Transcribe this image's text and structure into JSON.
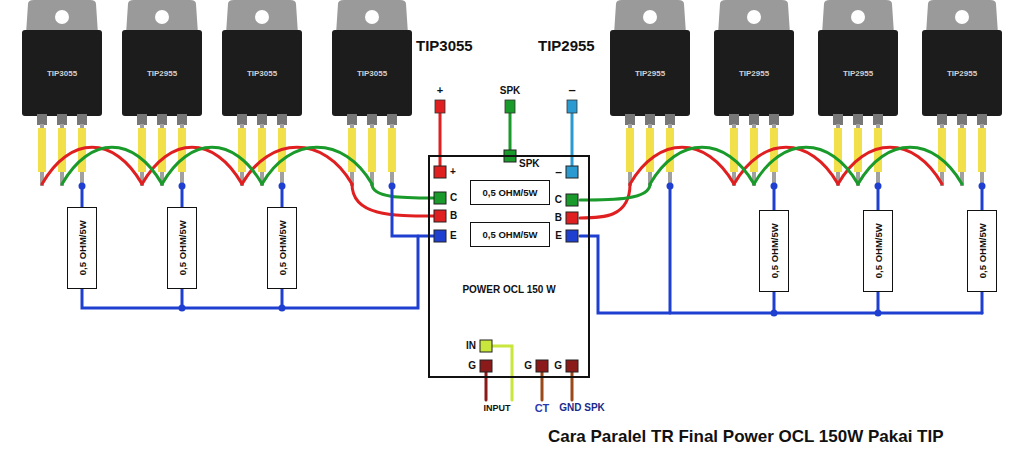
{
  "diagram": {
    "caption": "Cara Paralel TR Final Power OCL 150W Pakai TIP",
    "nodes": [
      {
        "text": [
          "POWER OCL 150 W"
        ]
      },
      {
        "text": [
          "0,5 OHM/5W"
        ],
        "in": 0
      },
      {
        "text": [
          "0,5 OHM/5W"
        ],
        "in": 0
      },
      {
        "text": [
          "0,5 OHM/5W"
        ]
      },
      {
        "text": [
          "0,5 OHM/5W"
        ]
      },
      {
        "text": [
          "0,5 OHM/5W"
        ]
      },
      {
        "text": [
          "0,5 OHM/5W"
        ]
      },
      {
        "text": [
          "0,5 OHM/5W"
        ]
      },
      {
        "text": [
          "0,5 OHM/5W"
        ]
      }
    ],
    "labels": [
      "TIP3055",
      "TIP2955",
      "+",
      "SPK",
      "–",
      "+",
      "SPK",
      "–",
      "C",
      "B",
      "E",
      "C",
      "B",
      "E",
      "IN",
      "G",
      "G",
      "G",
      "INPUT",
      "CT",
      "GND SPK",
      "TIP3055",
      "TIP2955",
      "TIP3055",
      "TIP3055",
      "TIP2955",
      "TIP2955",
      "TIP2955",
      "TIP2955"
    ]
  }
}
